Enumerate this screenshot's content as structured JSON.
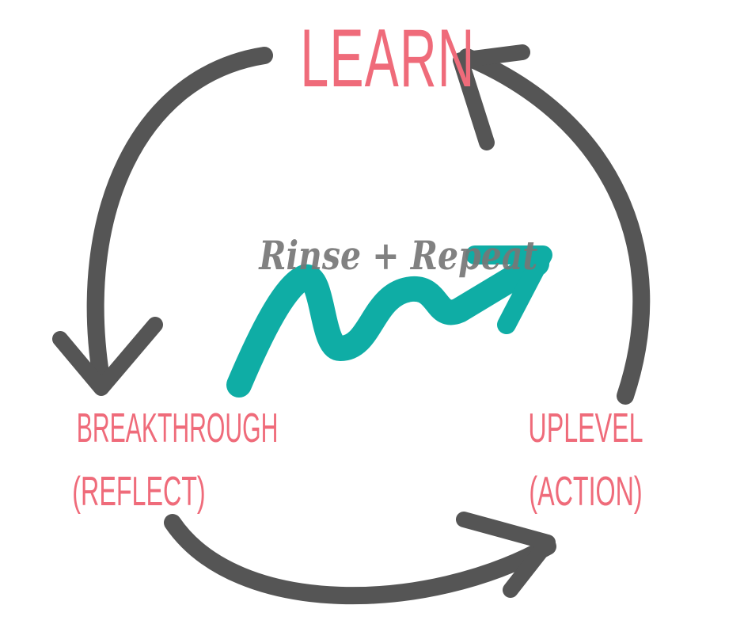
{
  "nodes": {
    "learn": "LEARN",
    "breakthrough": "BREAKTHROUGH",
    "reflect": "(REFLECT)",
    "uplevel": "UPLEVEL",
    "action": "(ACTION)"
  },
  "center_text": "Rinse + Repeat",
  "colors": {
    "label": "#ef6b7a",
    "arrow": "#555555",
    "trend": "#0fada5",
    "center_text": "#777777"
  },
  "icons": [
    "cycle-arrow-icon",
    "trend-arrow-icon"
  ]
}
